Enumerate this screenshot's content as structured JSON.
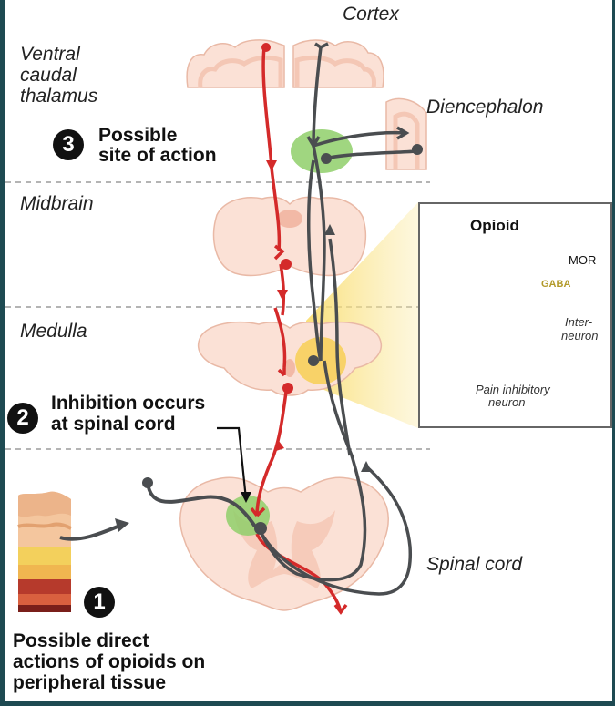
{
  "labels": {
    "cortex": "Cortex",
    "thalamus": [
      "Ventral",
      "caudal",
      "thalamus"
    ],
    "diencephalon": "Diencephalon",
    "midbrain": "Midbrain",
    "medulla": "Medulla",
    "spinal_cord": "Spinal cord"
  },
  "steps": [
    {
      "number": "3",
      "lines": [
        "Possible",
        "site of action"
      ]
    },
    {
      "number": "2",
      "lines": [
        "Inhibition occurs",
        "at spinal cord"
      ]
    },
    {
      "number": "1",
      "lines": [
        "Possible direct",
        "actions of opioids on",
        "peripheral tissue"
      ]
    }
  ],
  "inset": {
    "opioid": "Opioid",
    "mor": "MOR",
    "gaba": "GABA",
    "interneuron": [
      "Inter-",
      "neuron"
    ],
    "pain_inhibitory": [
      "Pain inhibitory",
      "neuron"
    ]
  },
  "colors": {
    "ascending_pathway": "#d42a2a",
    "descending_pathway": "#4a4d50",
    "tissue": "#fbe1d6",
    "site_of_action": "#8fcf6a",
    "neuron": "#f3e88a",
    "receptor": "#2a2a7a",
    "synapse": "#e0197d"
  }
}
